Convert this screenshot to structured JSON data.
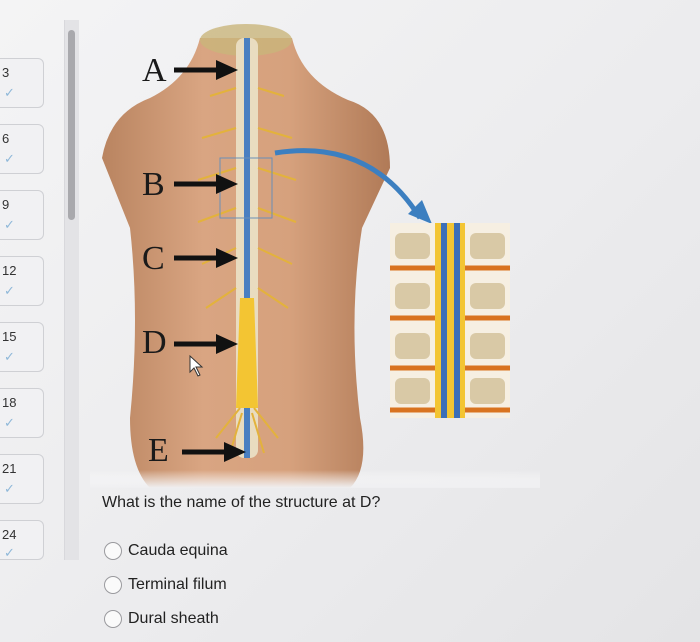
{
  "sidebar": {
    "items": [
      {
        "number": "3",
        "status": "✓"
      },
      {
        "number": "6",
        "status": "✓"
      },
      {
        "number": "9",
        "status": "✓"
      },
      {
        "number": "12",
        "status": "✓"
      },
      {
        "number": "15",
        "status": "✓"
      },
      {
        "number": "18",
        "status": "✓"
      },
      {
        "number": "21",
        "status": "✓"
      },
      {
        "number": "24",
        "status": "✓"
      }
    ]
  },
  "figure": {
    "labels": [
      "A",
      "B",
      "C",
      "D",
      "E"
    ]
  },
  "question": {
    "text": "What is the name of the structure at D?",
    "options": [
      "Cauda equina",
      "Terminal filum",
      "Dural sheath"
    ]
  }
}
